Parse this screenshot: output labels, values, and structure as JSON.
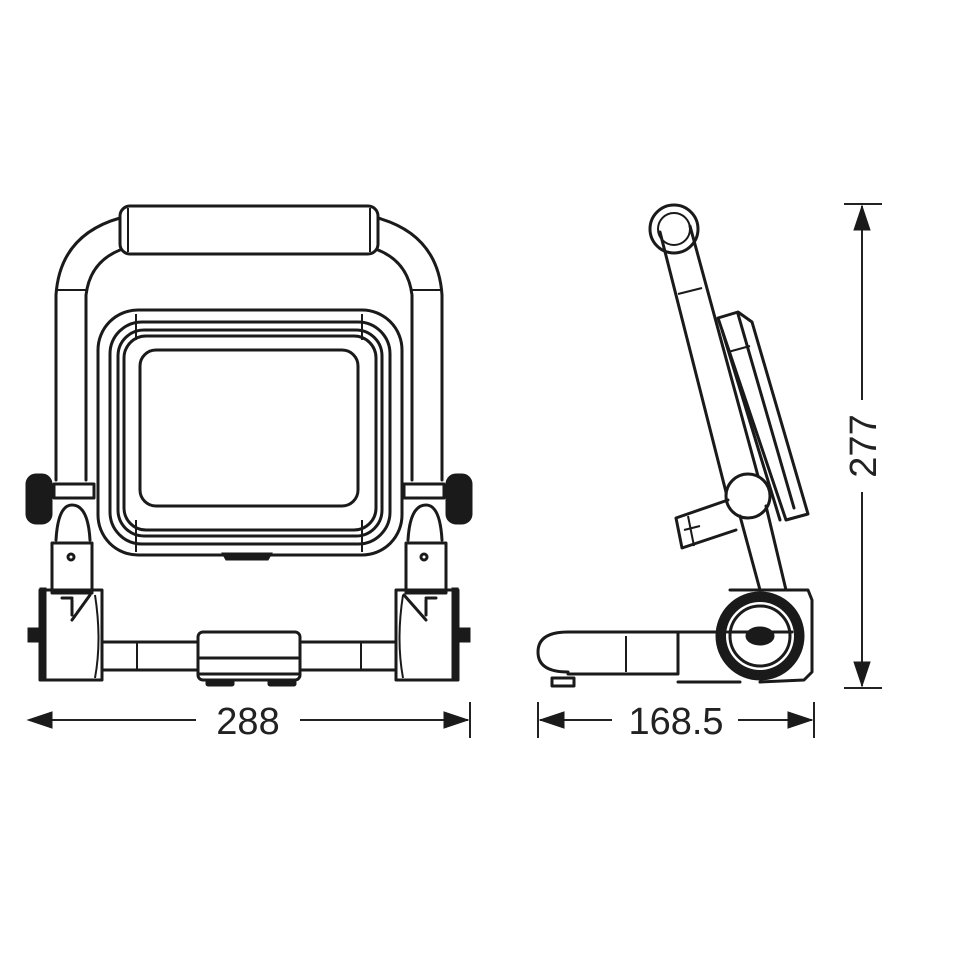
{
  "diagram": {
    "type": "technical-dimension-drawing",
    "subject": "portable LED work light with folding stand",
    "units": "mm",
    "views": [
      {
        "name": "front view"
      },
      {
        "name": "side view"
      }
    ],
    "dimensions": {
      "width": "288",
      "depth": "168.5",
      "height": "277"
    },
    "colors": {
      "line": "#1a1a1a",
      "background": "#ffffff"
    }
  }
}
